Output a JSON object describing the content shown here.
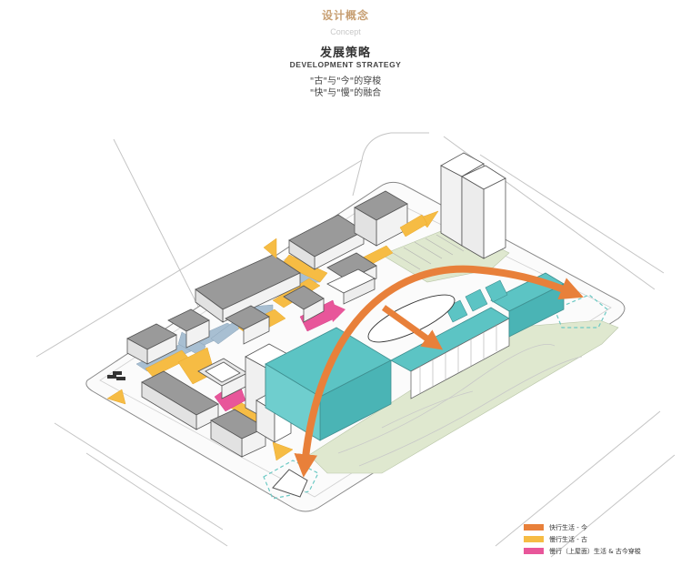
{
  "header": {
    "section_title": "设计概念",
    "section_subtitle": "Concept",
    "heading_cn": "发展策略",
    "heading_en": "DEVELOPMENT STRATEGY",
    "line1": "\"古\"与\"今\"的穿梭",
    "line2": "\"快\"与\"慢\"的融合"
  },
  "legend": [
    {
      "label": "快行生活 - 今",
      "color": "#e8803a"
    },
    {
      "label": "慢行生活 - 古",
      "color": "#f6bc44"
    },
    {
      "label": "慢行（上屋面）生活 & 古今穿梭",
      "color": "#e8569a"
    }
  ],
  "colors": {
    "building_roof": "#8c8c8c",
    "modern_block": "#5cc4c4",
    "green_space": "#dfe8cf",
    "blue_path": "#a8bfd2",
    "dashed_edge": "#6cc9c4"
  }
}
